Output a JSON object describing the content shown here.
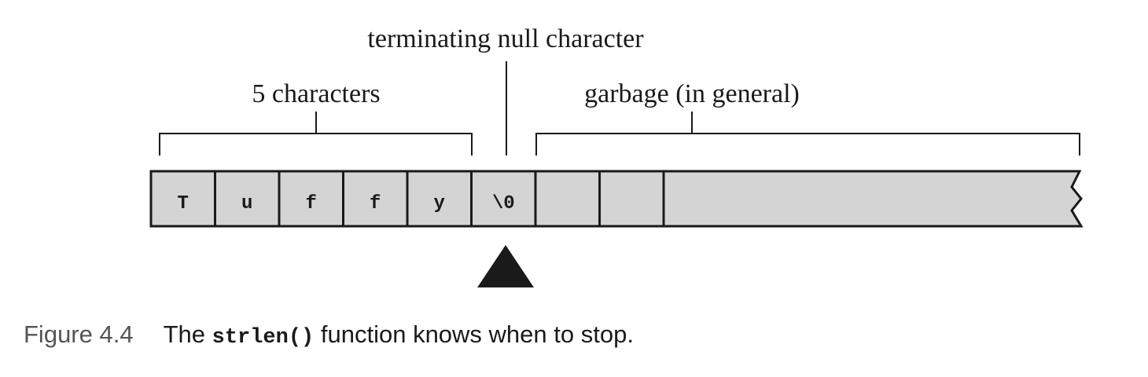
{
  "labels": {
    "terminator": "terminating null character",
    "chars": "5 characters",
    "garbage": "garbage (in general)"
  },
  "cells": [
    "T",
    "u",
    "f",
    "f",
    "y",
    "\\0",
    "",
    ""
  ],
  "colors": {
    "cell_fill": "#d4d4d4",
    "stroke": "#1a1a1a",
    "pointer": "#1a1a1a"
  },
  "caption": {
    "label": "Figure 4.4",
    "prefix": "The",
    "code": "strlen()",
    "suffix": "function knows when to stop."
  }
}
